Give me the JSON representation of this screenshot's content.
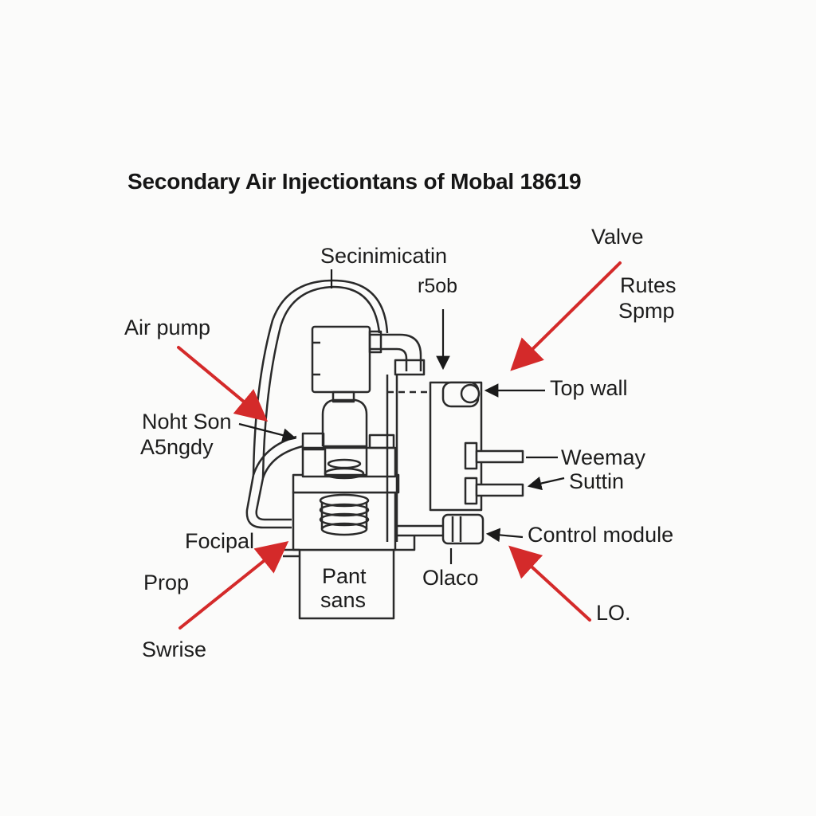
{
  "title": "Secondary Air Injectiontans of Mobal 18619",
  "labels": {
    "secinimicatin": "Secinimicatin",
    "r5ob": "r5ob",
    "valve": "Valve",
    "rutes": "Rutes",
    "spmp": "Spmp",
    "air_pump": "Air pump",
    "top_wall": "Top wall",
    "noht_son": "Noht Son",
    "a5ngdy": "A5ngdy",
    "weemay": "Weemay",
    "suttin": "Suttin",
    "focipal": "Focipal",
    "control_module": "Control module",
    "prop": "Prop",
    "pant": "Pant",
    "sans": "sans",
    "olaco": "Olaco",
    "lo": "LO.",
    "swrise": "Swrise"
  },
  "colors": {
    "arrow": "#d42a2a",
    "line": "#2a2a2a",
    "background": "#fbfbfa"
  }
}
